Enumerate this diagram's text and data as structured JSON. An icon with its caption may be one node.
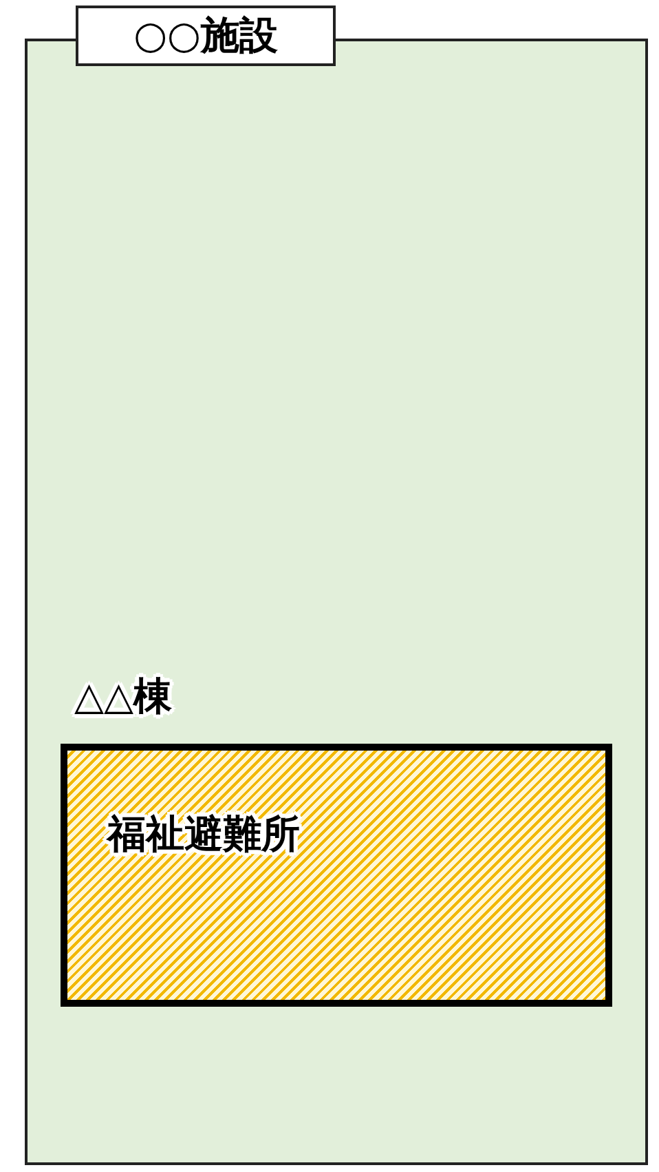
{
  "diagram": {
    "nodes": [
      {
        "text": [
          "○○施設"
        ]
      },
      {
        "text": [
          "△△棟",
          "福祉避難所"
        ],
        "in": 0
      }
    ]
  }
}
